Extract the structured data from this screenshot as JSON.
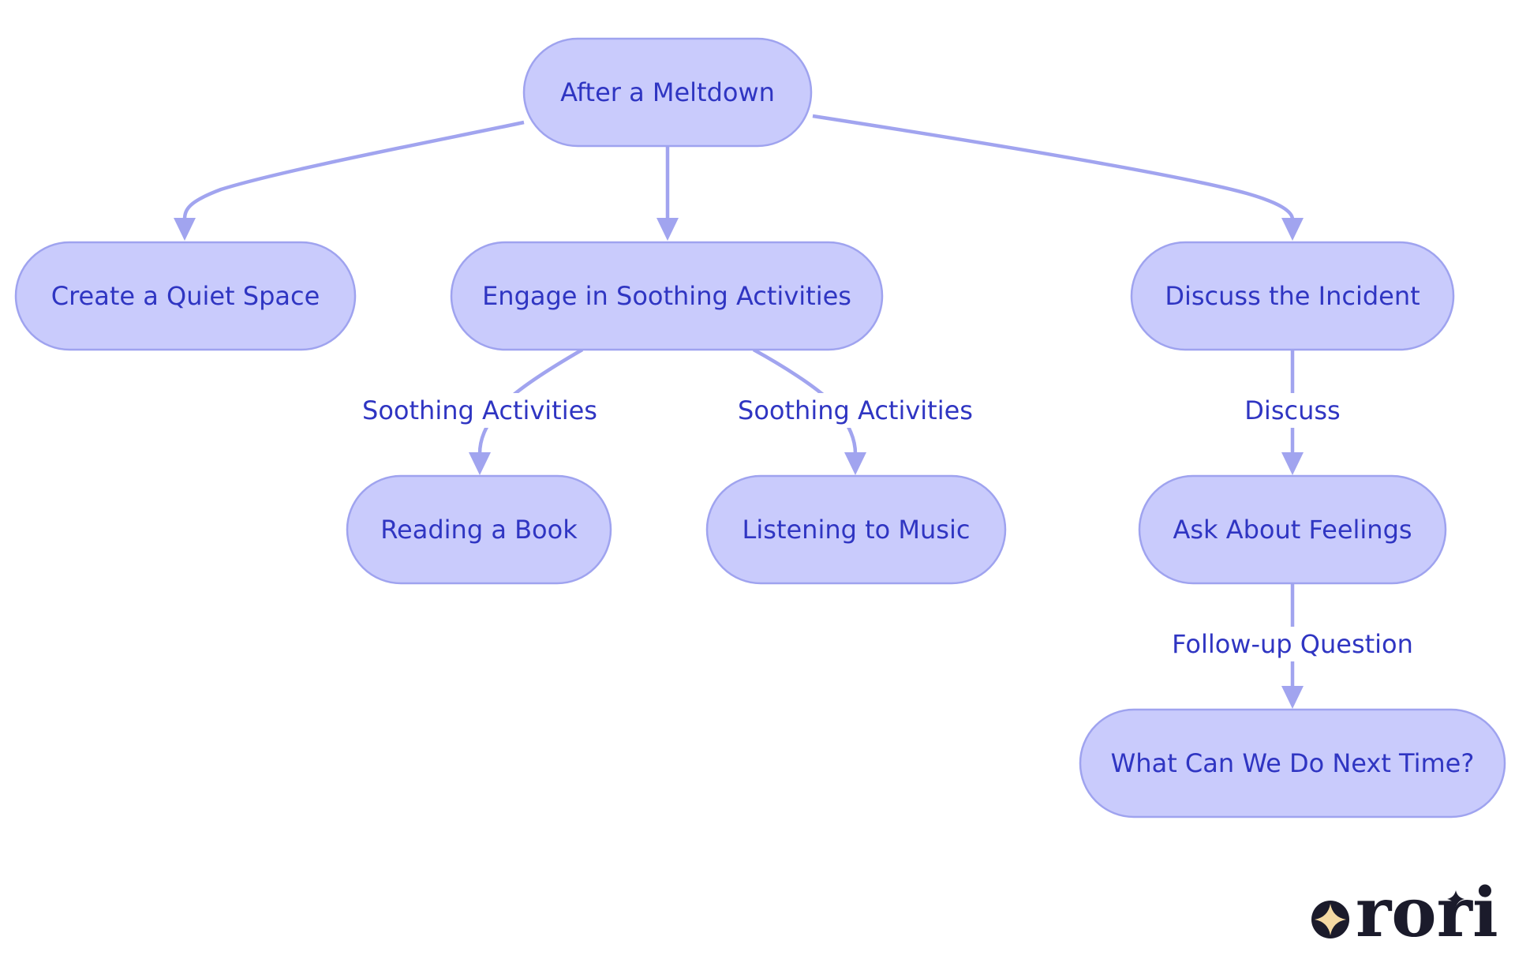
{
  "colors": {
    "node_fill": "#c9cbfc",
    "node_stroke": "#9fa3ef",
    "node_text": "#2f35c2",
    "edge": "#a1a4ef",
    "logo_dark": "#1b1b2b",
    "logo_star": "#f4d9a3"
  },
  "nodes": {
    "root": "After a Meltdown",
    "quiet_space": "Create a Quiet Space",
    "soothing": "Engage in Soothing Activities",
    "discuss_incident": "Discuss the Incident",
    "reading": "Reading a Book",
    "music": "Listening to Music",
    "feelings": "Ask About Feelings",
    "next_time": "What Can We Do Next Time?"
  },
  "edge_labels": {
    "soothing_to_reading": "Soothing Activities",
    "soothing_to_music": "Soothing Activities",
    "incident_to_feelings": "Discuss",
    "feelings_to_next": "Follow-up Question"
  },
  "logo": {
    "text": "rori",
    "icons": [
      "star-icon",
      "sparkle-icon"
    ]
  }
}
